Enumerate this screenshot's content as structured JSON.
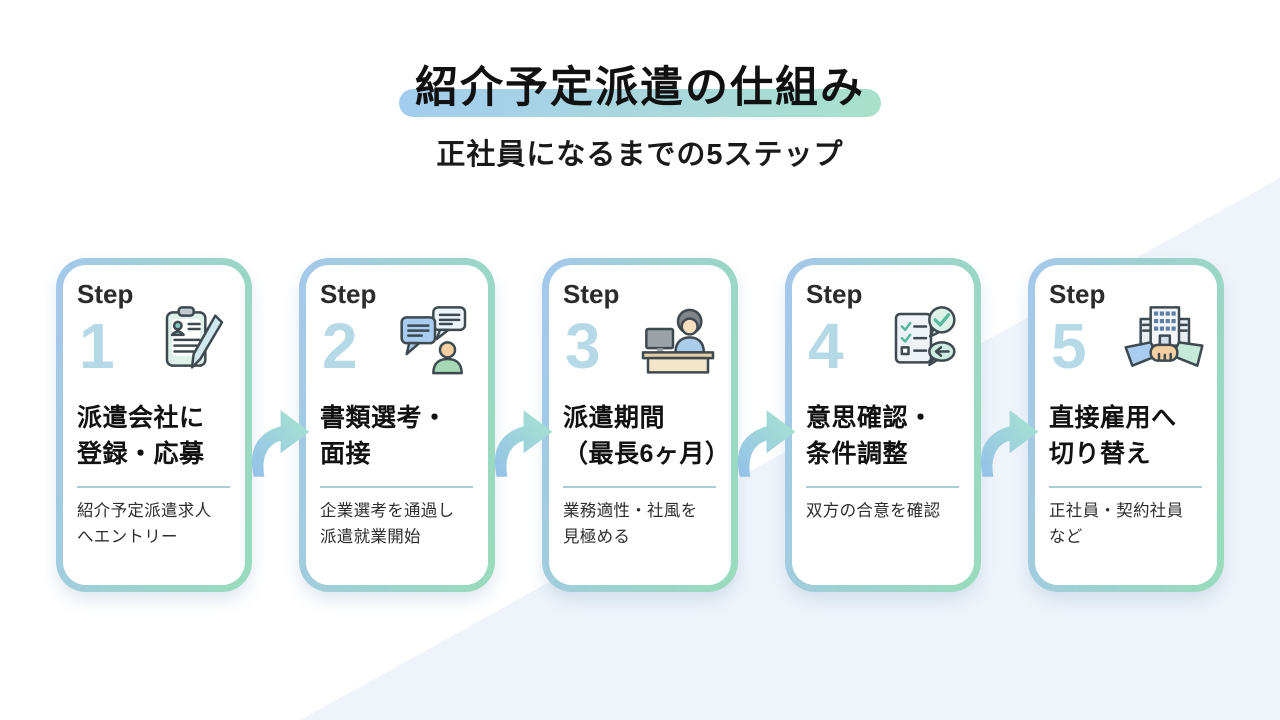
{
  "header": {
    "title": "紹介予定派遣の仕組み",
    "subtitle": "正社員になるまでの5ステップ"
  },
  "steps": [
    {
      "label": "Step",
      "number": "1",
      "icon": "clipboard-pen-icon",
      "title": "派遣会社に\n登録・応募",
      "description": "紹介予定派遣求人\nへエントリー"
    },
    {
      "label": "Step",
      "number": "2",
      "icon": "chat-bubbles-icon",
      "title": "書類選考・\n面接",
      "description": "企業選考を通過し\n派遣就業開始"
    },
    {
      "label": "Step",
      "number": "3",
      "icon": "desk-worker-icon",
      "title": "派遣期間\n（最長6ヶ月）",
      "description": "業務適性・社風を\n見極める"
    },
    {
      "label": "Step",
      "number": "4",
      "icon": "checklist-approval-icon",
      "title": "意思確認・\n条件調整",
      "description": "双方の合意を確認"
    },
    {
      "label": "Step",
      "number": "5",
      "icon": "building-handshake-icon",
      "title": "直接雇用へ\n切り替え",
      "description": "正社員・契約社員\nなど"
    }
  ],
  "colors": {
    "card_border_blue": "#a5c8ec",
    "card_border_green": "#98dcbc",
    "step_number": "#b6d9e8",
    "divider_line": "#a9ced6",
    "highlight_blue": "#a2cdee",
    "highlight_green": "#a8e1cb",
    "arrow_blue": "#93c1ea",
    "arrow_green": "#a7e5cd",
    "background_tint": "#edf3f9"
  }
}
